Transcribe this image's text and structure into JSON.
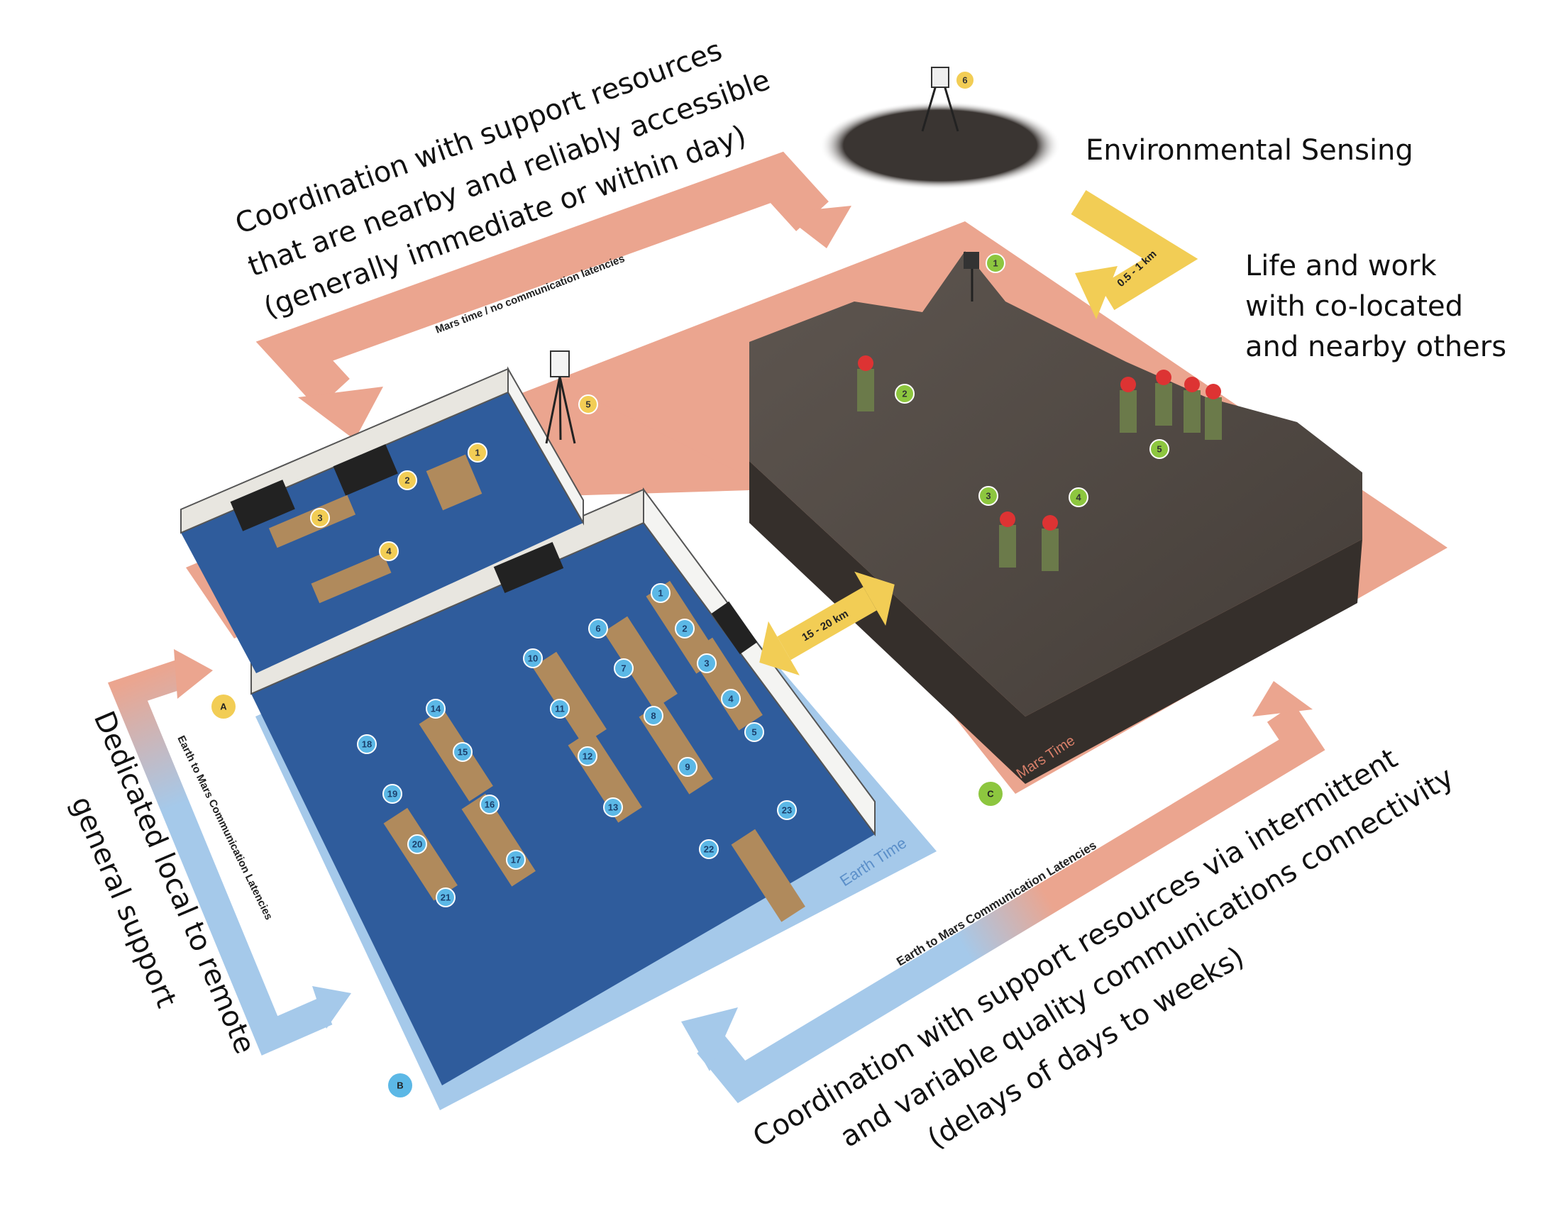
{
  "captions": {
    "top_left": [
      "Coordination with support resources",
      "that are nearby and reliably accessible",
      "(generally immediate or within day)"
    ],
    "environmental": "Environmental Sensing",
    "life_work": [
      "Life and work",
      "with co-located",
      "and nearby others"
    ],
    "left": [
      "Dedicated local to remote",
      "general support"
    ],
    "bottom": [
      "Coordination with support resources via intermittent",
      "and variable quality communications connectivity",
      "(delays of days to weeks)"
    ]
  },
  "band_labels": {
    "mars_no_latency": "Mars time / no communication latencies",
    "earth_mars_left": "Earth to Mars Communication Latencies",
    "earth_mars_bottom": "Earth to Mars Communication Latencies",
    "earth_time": "Earth Time",
    "mars_time": "Mars Time"
  },
  "distances": {
    "near": "0.5 - 1 km",
    "far": "15 - 20 km"
  },
  "zones": {
    "a": "A",
    "b": "B",
    "c": "C"
  },
  "markers": {
    "yellow": [
      "1",
      "2",
      "3",
      "4",
      "5",
      "6"
    ],
    "green": [
      "1",
      "2",
      "3",
      "4",
      "5"
    ],
    "blue": [
      "1",
      "2",
      "3",
      "4",
      "5",
      "6",
      "7",
      "8",
      "9",
      "10",
      "11",
      "12",
      "13",
      "14",
      "15",
      "16",
      "17",
      "18",
      "19",
      "20",
      "21",
      "22",
      "23"
    ]
  },
  "colors": {
    "salmon": "#eba58f",
    "light_blue": "#a5c9ea",
    "floor_blue": "#2f5c9c",
    "yellow": "#f2cd55",
    "green": "#8dc63f",
    "marker_blue": "#5cb8e6",
    "terrain": "#4f4843"
  }
}
